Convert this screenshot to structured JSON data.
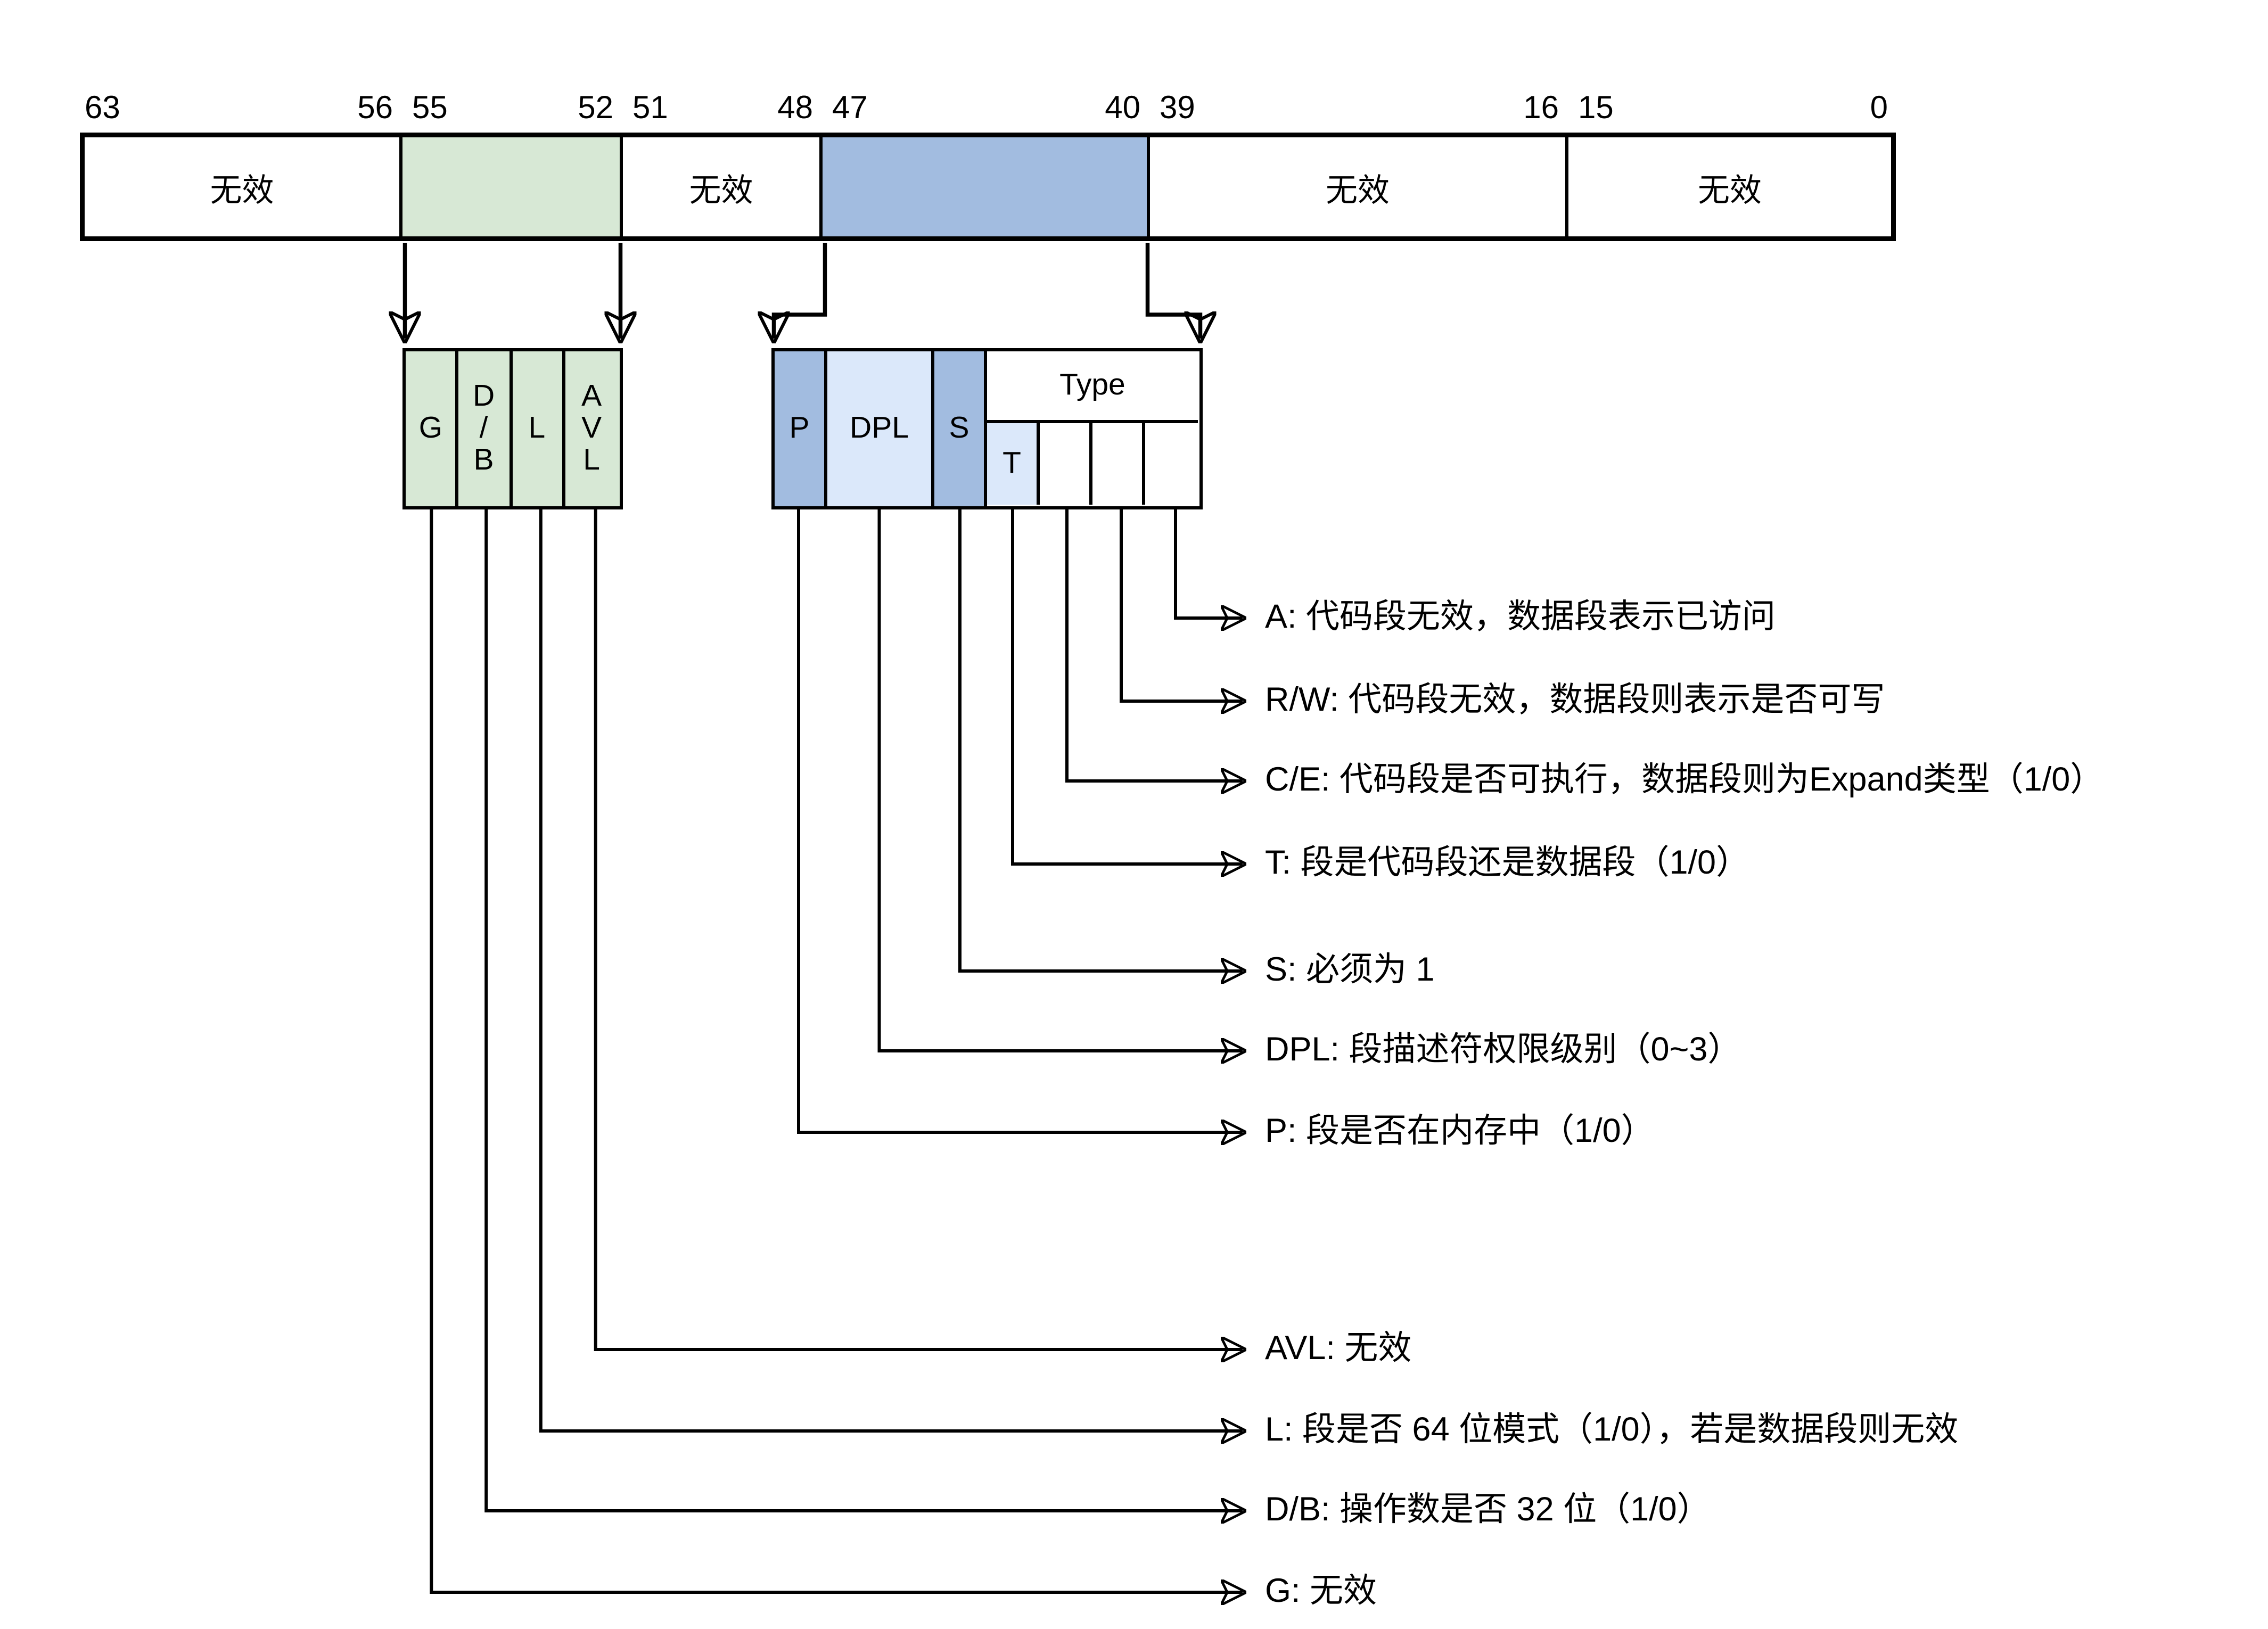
{
  "bit_labels": [
    "63",
    "56",
    "55",
    "52",
    "51",
    "48",
    "47",
    "40",
    "39",
    "16",
    "15",
    "0"
  ],
  "register": {
    "cells": [
      {
        "label": "无效"
      },
      {
        "label": ""
      },
      {
        "label": "无效"
      },
      {
        "label": ""
      },
      {
        "label": "无效"
      },
      {
        "label": "无效"
      }
    ]
  },
  "green_box": {
    "cells": [
      {
        "label": "G"
      },
      {
        "label": "D\n/\nB"
      },
      {
        "label": "L"
      },
      {
        "label": "A\nV\nL"
      }
    ]
  },
  "blue_box": {
    "p_label": "P",
    "dpl_label": "DPL",
    "s_label": "S",
    "type_label": "Type",
    "t_label": "T"
  },
  "annotations": [
    {
      "label": "A: 代码段无效，数据段表示已访问"
    },
    {
      "label": "R/W: 代码段无效，数据段则表示是否可写"
    },
    {
      "label": "C/E: 代码段是否可执行，数据段则为Expand类型（1/0）"
    },
    {
      "label": "T: 段是代码段还是数据段（1/0）"
    },
    {
      "label": "S: 必须为 1"
    },
    {
      "label": "DPL: 段描述符权限级别（0~3）"
    },
    {
      "label": "P: 段是否在内存中（1/0）"
    },
    {
      "label": "AVL: 无效"
    },
    {
      "label": "L: 段是否 64 位模式（1/0），若是数据段则无效"
    },
    {
      "label": "D/B: 操作数是否 32 位（1/0）"
    },
    {
      "label": "G: 无效"
    }
  ],
  "colors": {
    "green_fill": "#d7e8d5",
    "blue_medium_fill": "#a2bce0",
    "blue_light_fill": "#dbe8fa",
    "line": "#000000",
    "background": "#ffffff"
  }
}
